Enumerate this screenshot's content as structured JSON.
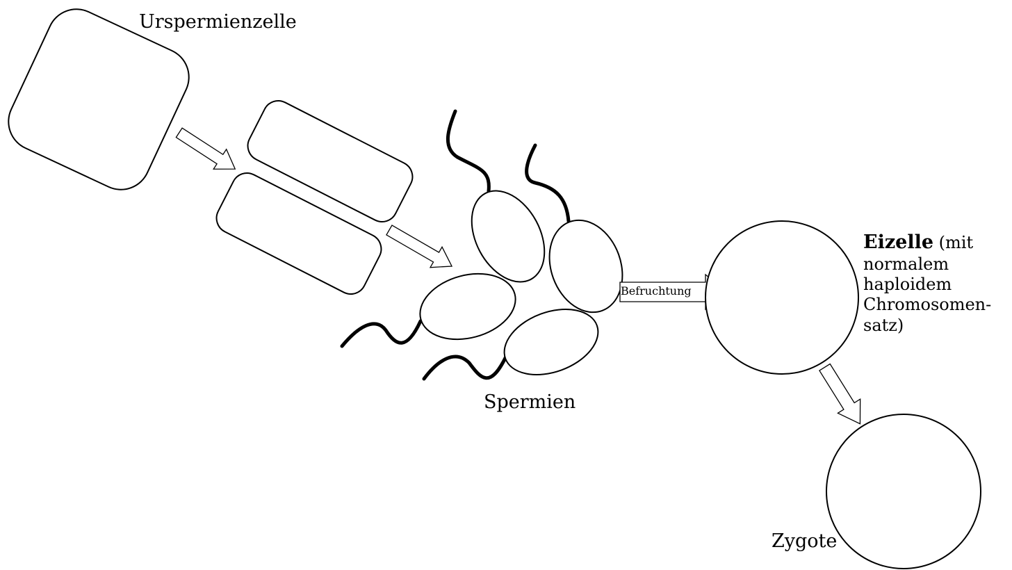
{
  "labels": {
    "urspermienzelle": "Urspermienzelle",
    "spermien": "Spermien",
    "befruchtung": "Befruchtung",
    "zygote": "Zygote",
    "eizelle": {
      "title": "Eizelle",
      "line1_rest": " (mit",
      "line2": "normalem",
      "line3": "haploidem",
      "line4": "Chromosomen-",
      "line5": "satz)"
    }
  },
  "colors": {
    "stroke": "#000000",
    "fill": "#ffffff",
    "background": "#ffffff"
  }
}
